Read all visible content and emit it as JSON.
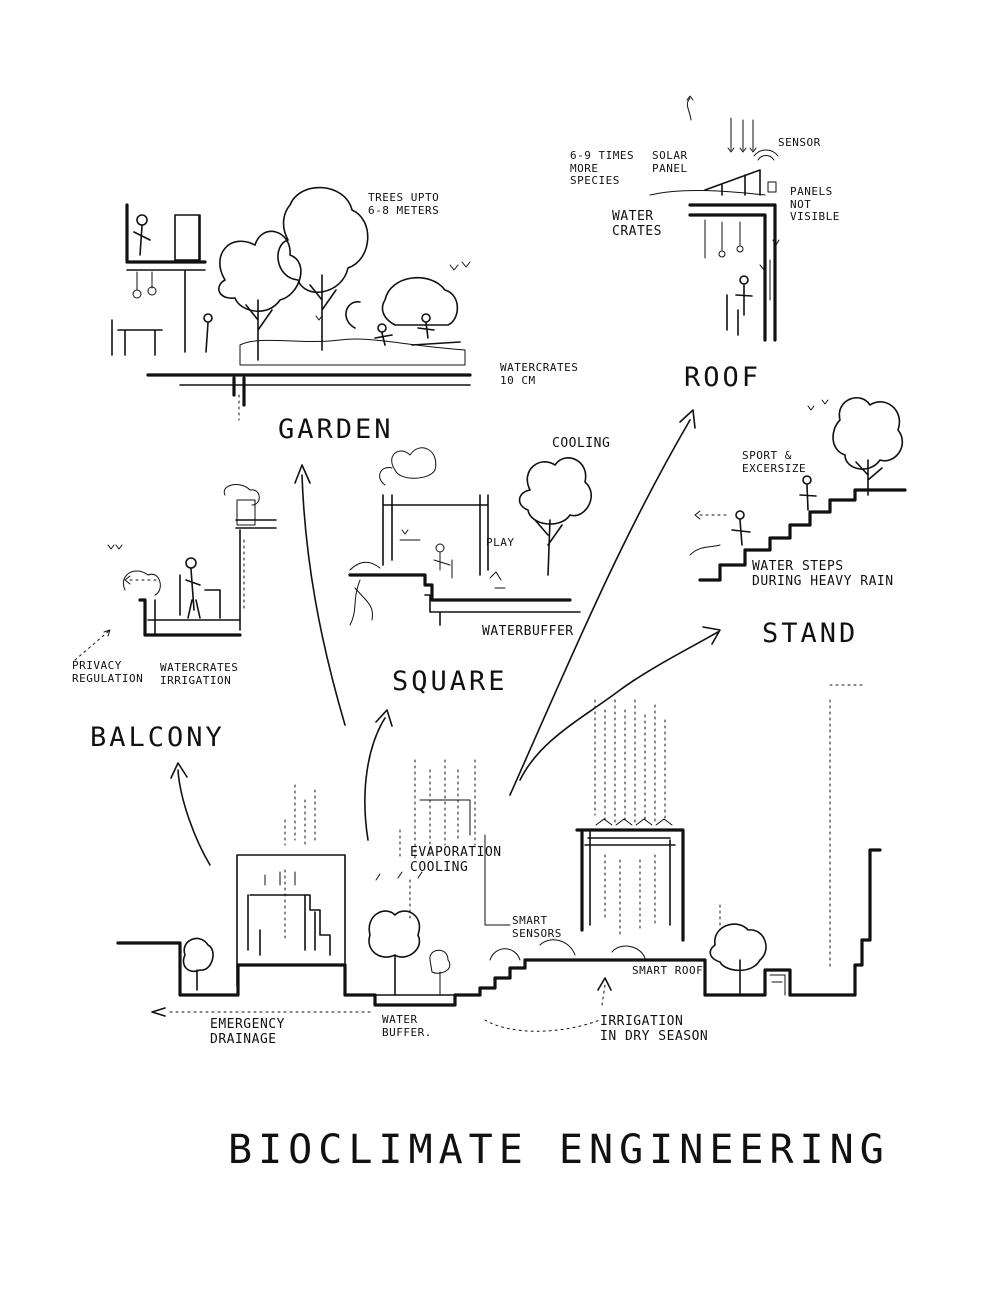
{
  "title": "BIOCLIMATE ENGINEERING",
  "sections": {
    "garden": "GARDEN",
    "roof": "ROOF",
    "balcony": "BALCONY",
    "square": "SQUARE",
    "stand": "STAND"
  },
  "annotations": {
    "trees": "TREES UPTO\n6-8 METERS",
    "watercrates_10cm": "WATERCRATES\n10 CM",
    "more_species": "6-9 TIMES\nMORE\nSPECIES",
    "solar_panel": "SOLAR\nPANEL",
    "sensor": "SENSOR",
    "panels_not_visible": "PANELS\nNOT\nVISIBLE",
    "water_crates": "WATER\nCRATES",
    "cooling": "COOLING",
    "play": "PLAY",
    "waterbuffer": "WATERBUFFER",
    "sport": "SPORT &\nEXCERSIZE",
    "water_steps": "WATER STEPS\nDURING HEAVY RAIN",
    "privacy": "PRIVACY\nREGULATION",
    "watercrates_irrigation": "WATERCRATES\nIRRIGATION",
    "evaporation": "EVAPORATION\nCOOLING",
    "smart_sensors": "SMART\nSENSORS",
    "smart_roof": "SMART ROOF",
    "emergency": "EMERGENCY\nDRAINAGE",
    "water_buffer": "WATER\nBUFFER.",
    "irrigation": "IRRIGATION\nIN DRY SEASON"
  }
}
